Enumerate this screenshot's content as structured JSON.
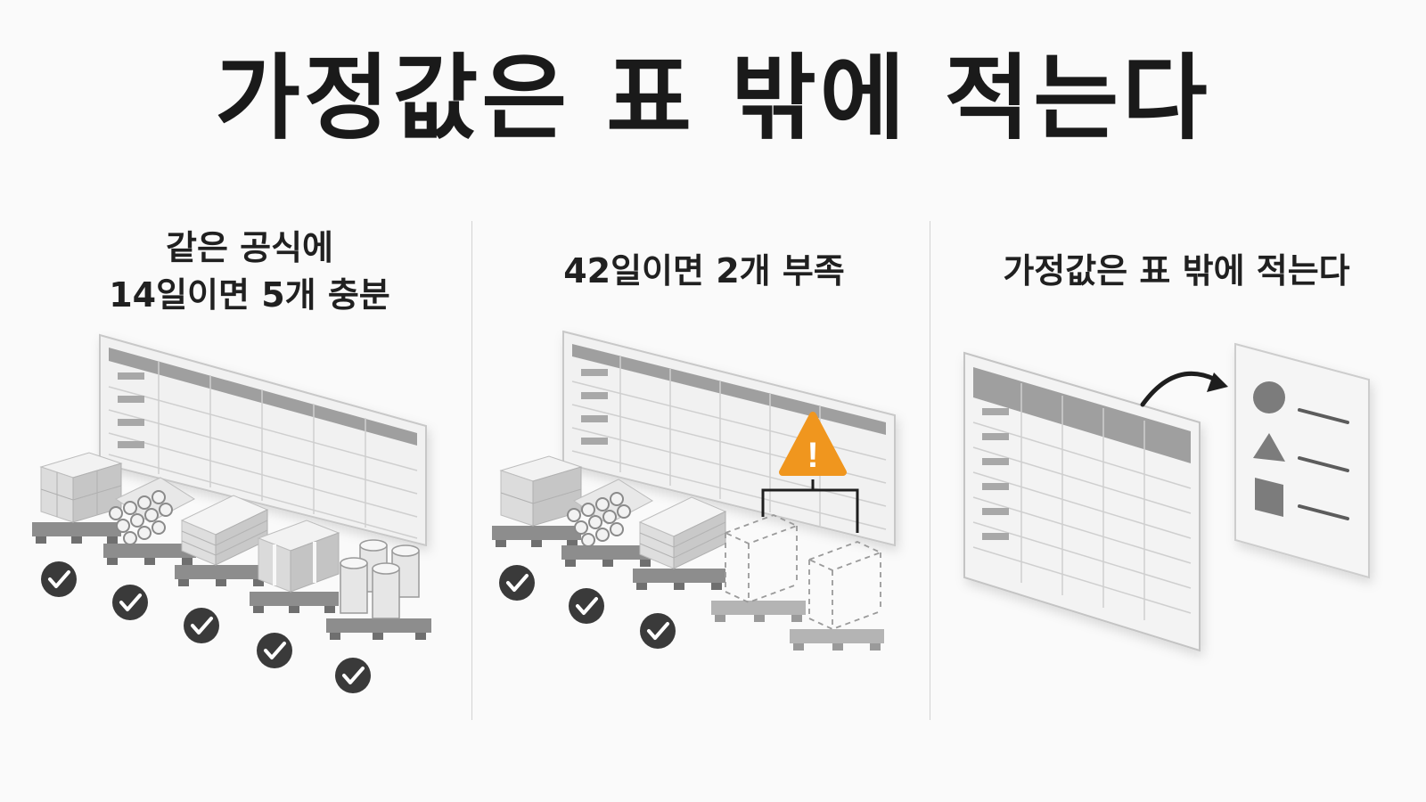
{
  "title": "가정값은 표 밖에 적는다",
  "panels": [
    {
      "caption_lines": [
        "같은 공식에",
        "14일이면 5개 충분"
      ]
    },
    {
      "caption_lines": [
        "42일이면 2개 부족"
      ],
      "warning_symbol": "!"
    },
    {
      "caption_lines": [
        "가정값은 표 밖에 적는다"
      ]
    }
  ],
  "icons": {
    "check": "check-circle-icon",
    "warning": "warning-triangle-icon",
    "arrow": "curved-arrow-icon",
    "shapes": [
      "circle-shape-icon",
      "triangle-shape-icon",
      "square-shape-icon"
    ]
  },
  "colors": {
    "accent_warning": "#f0961e",
    "check_badge": "#3a3a3a",
    "sheet_header": "#9c9c9c",
    "background": "#fafafa"
  }
}
